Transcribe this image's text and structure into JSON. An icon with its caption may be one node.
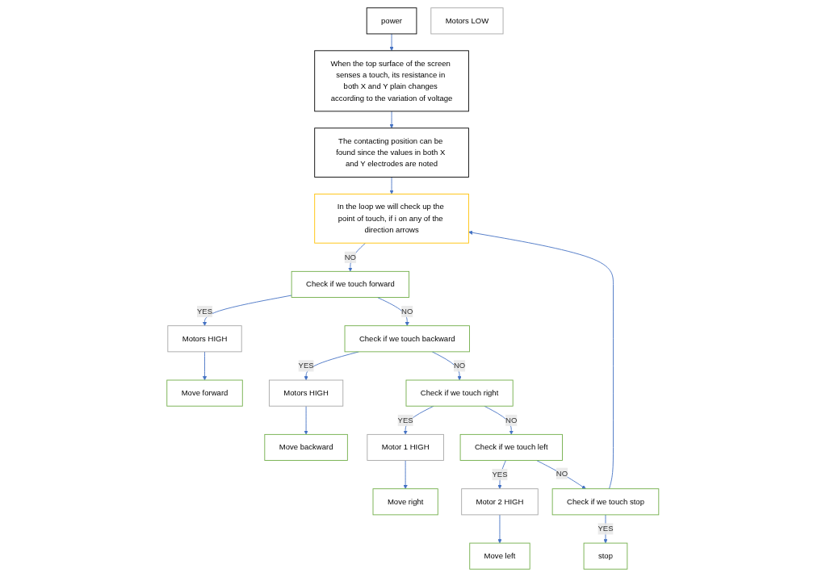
{
  "diagram": {
    "nodes": [
      {
        "text": [
          "power"
        ]
      },
      {
        "text": [
          "When the top surface of the screen senses a touch, its resistance in both X and Y plain changes according to the variation of voltage"
        ]
      },
      {
        "text": [
          "The contacting position can be found since the values in both X and Y electrodes are noted"
        ]
      },
      {
        "text": [
          "In the loop we will check up the point of touch, if i on any of the direction arrows"
        ]
      },
      {
        "text": [
          "Motors LOW"
        ]
      },
      {
        "text": [
          "Check if we touch forward"
        ]
      },
      {
        "text": [
          "Motors HIGH"
        ]
      },
      {
        "text": [
          "Move forward"
        ]
      },
      {
        "text": [
          "Check if we touch backward"
        ]
      },
      {
        "text": [
          "Motors HIGH"
        ]
      },
      {
        "text": [
          "Move backward"
        ]
      },
      {
        "text": [
          "Check if we touch right"
        ]
      },
      {
        "text": [
          "Motor 1 HIGH"
        ]
      },
      {
        "text": [
          "Move right"
        ]
      },
      {
        "text": [
          "Check if we touch left"
        ]
      },
      {
        "text": [
          "Motor 2 HIGH"
        ]
      },
      {
        "text": [
          "Move left"
        ]
      },
      {
        "text": [
          "Check if we touch stop"
        ]
      },
      {
        "text": [
          "stop"
        ]
      }
    ],
    "edges": [
      {
        "from": 0,
        "to": 1,
        "arrow": "to"
      },
      {
        "from": 1,
        "to": 2,
        "arrow": "to"
      },
      {
        "from": 2,
        "to": 3,
        "arrow": "to"
      },
      {
        "from": 3,
        "to": 5,
        "label": "NO",
        "arrow": "to"
      },
      {
        "from": 5,
        "to": 6,
        "label": "YES",
        "arrow": "to"
      },
      {
        "from": 6,
        "to": 7,
        "arrow": "to"
      },
      {
        "from": 5,
        "to": 8,
        "label": "NO",
        "arrow": "to"
      },
      {
        "from": 8,
        "to": 9,
        "label": "YES",
        "arrow": "to"
      },
      {
        "from": 9,
        "to": 10,
        "arrow": "to"
      },
      {
        "from": 8,
        "to": 11,
        "label": "NO",
        "arrow": "to"
      },
      {
        "from": 11,
        "to": 12,
        "label": "YES",
        "arrow": "to"
      },
      {
        "from": 12,
        "to": 13,
        "arrow": "to"
      },
      {
        "from": 11,
        "to": 14,
        "label": "NO",
        "arrow": "to"
      },
      {
        "from": 14,
        "to": 15,
        "label": "YES",
        "arrow": "to"
      },
      {
        "from": 15,
        "to": 16,
        "arrow": "to"
      },
      {
        "from": 14,
        "to": 17,
        "label": "NO",
        "arrow": "to"
      },
      {
        "from": 17,
        "to": 18,
        "label": "YES",
        "arrow": "to"
      },
      {
        "from": 17,
        "to": 3,
        "arrow": "to"
      }
    ]
  }
}
